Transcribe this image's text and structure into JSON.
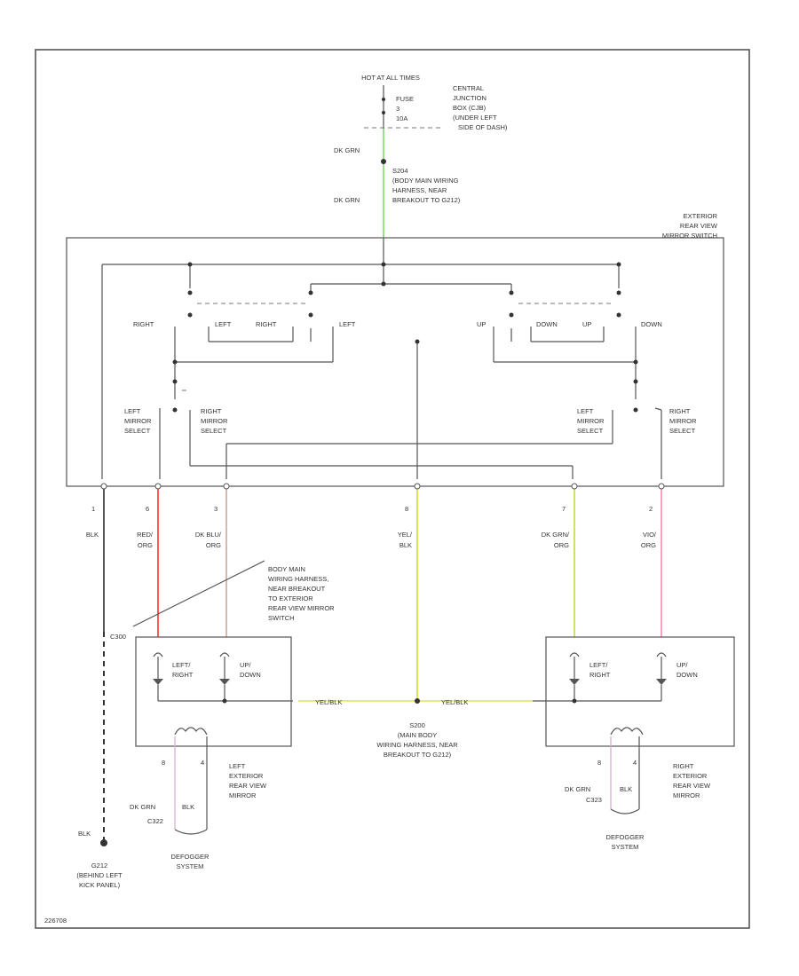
{
  "header": {
    "hot_label": "HOT AT ALL TIMES",
    "fuse_label": "FUSE",
    "fuse_no": "3",
    "fuse_amp": "10A",
    "junction_box": [
      "CENTRAL",
      "JUNCTION",
      "BOX (CJB)",
      "(UNDER LEFT",
      "SIDE OF DASH)"
    ]
  },
  "feed": {
    "wire_top": "DK GRN",
    "wire_bottom": "DK GRN",
    "splice_label": [
      "S204",
      "(BODY MAIN WIRING",
      "HARNESS, NEAR",
      "BREAKOUT TO G212)"
    ]
  },
  "switch": {
    "title": [
      "EXTERIOR",
      "REAR VIEW",
      "MIRROR SWITCH"
    ],
    "dir_labels": [
      "RIGHT",
      "LEFT",
      "RIGHT",
      "LEFT",
      "UP",
      "DOWN",
      "UP",
      "DOWN"
    ],
    "select_left_a": [
      "LEFT",
      "MIRROR",
      "SELECT"
    ],
    "select_right_a": [
      "RIGHT",
      "MIRROR",
      "SELECT"
    ],
    "select_left_b": [
      "LEFT",
      "MIRROR",
      "SELECT"
    ],
    "select_right_b": [
      "RIGHT",
      "MIRROR",
      "SELECT"
    ]
  },
  "pins": [
    {
      "num": "1",
      "wire": [
        "BLK"
      ],
      "color": "#555555"
    },
    {
      "num": "6",
      "wire": [
        "RED/",
        "ORG"
      ],
      "color": "#ff5a4a"
    },
    {
      "num": "3",
      "wire": [
        "DK BLU/",
        "ORG"
      ],
      "color": "#d8b8b0"
    },
    {
      "num": "8",
      "wire": [
        "YEL/",
        "BLK"
      ],
      "color": "#e2e25a"
    },
    {
      "num": "7",
      "wire": [
        "DK GRN/",
        "ORG"
      ],
      "color": "#cde070"
    },
    {
      "num": "2",
      "wire": [
        "VIO/",
        "ORG"
      ],
      "color": "#ff9fc0"
    }
  ],
  "callout": [
    "BODY MAIN",
    "WIRING HARNESS,",
    "NEAR BREAKOUT",
    "TO EXTERIOR",
    "REAR VIEW MIRROR",
    "SWITCH"
  ],
  "conn_c300": "C300",
  "left_mirror": {
    "motor1": [
      "LEFT/",
      "RIGHT"
    ],
    "motor2": [
      "UP/",
      "DOWN"
    ],
    "title": [
      "LEFT",
      "EXTERIOR",
      "REAR VIEW",
      "MIRROR"
    ],
    "pin_a": "8",
    "pin_b": "4",
    "wire_a": "DK GRN",
    "wire_b": "BLK",
    "conn": "C322",
    "defog": [
      "DEFOGGER",
      "SYSTEM"
    ]
  },
  "right_mirror": {
    "motor1": [
      "LEFT/",
      "RIGHT"
    ],
    "motor2": [
      "UP/",
      "DOWN"
    ],
    "title": [
      "RIGHT",
      "EXTERIOR",
      "REAR VIEW",
      "MIRROR"
    ],
    "pin_a": "8",
    "pin_b": "4",
    "wire_a": "DK GRN",
    "wire_b": "BLK",
    "conn": "C323",
    "defog": [
      "DEFOGGER",
      "SYSTEM"
    ]
  },
  "yelblk_left": "YEL/BLK",
  "yelblk_right": "YEL/BLK",
  "s200": [
    "S200",
    "(MAIN BODY",
    "WIRING HARNESS, NEAR",
    "BREAKOUT TO G212)"
  ],
  "ground": {
    "wire": "BLK",
    "label": [
      "G212",
      "(BEHIND LEFT",
      "KICK PANEL)"
    ]
  },
  "footer": "226708",
  "colors": {
    "feed_wire": "#7ddc6a",
    "frame": "#555555"
  }
}
